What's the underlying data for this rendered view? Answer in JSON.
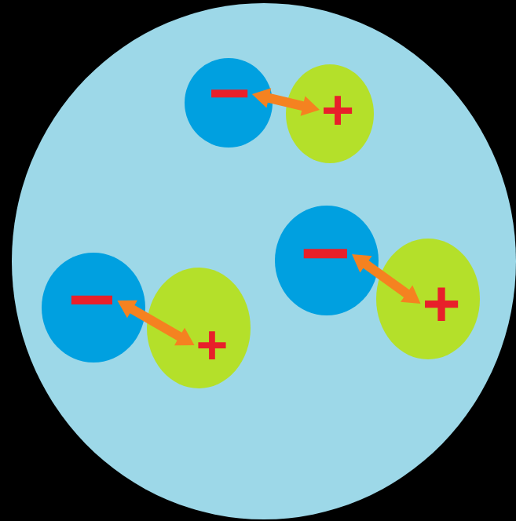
{
  "diagram": {
    "nodes": [
      {
        "text": [
          "−"
        ]
      },
      {
        "text": [
          "+"
        ]
      },
      {
        "text": [
          "−"
        ]
      },
      {
        "text": [
          "+"
        ]
      },
      {
        "text": [
          "−"
        ]
      },
      {
        "text": [
          "+"
        ]
      }
    ],
    "edges": [
      {
        "from": 0,
        "to": 1,
        "arrow": "both"
      },
      {
        "from": 2,
        "to": 3,
        "arrow": "both"
      },
      {
        "from": 4,
        "to": 5,
        "arrow": "both"
      }
    ]
  }
}
